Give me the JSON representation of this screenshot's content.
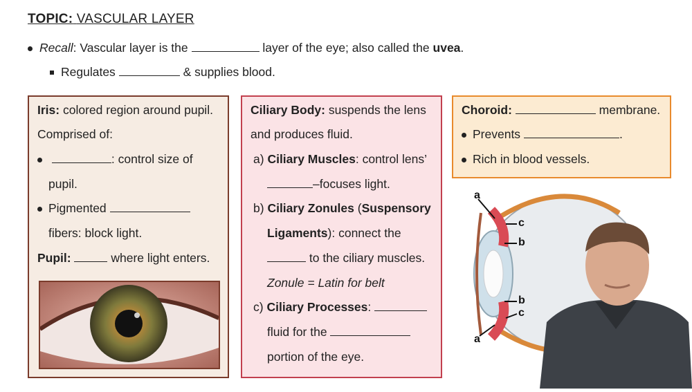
{
  "topic": {
    "prefix": "TOPIC:",
    "title": "VASCULAR LAYER"
  },
  "recall": {
    "label": "Recall",
    "text1": ": Vascular layer is the",
    "text2": "layer of the eye; also called the",
    "uvea": "uvea",
    "end": "."
  },
  "regulates": {
    "text1": "Regulates",
    "text2": "& supplies blood."
  },
  "iris": {
    "title": "Iris:",
    "desc": "colored region around pupil.",
    "comprised": "Comprised of:",
    "item1_tail": ": control size of",
    "item1_cont": "pupil.",
    "item2_head": "Pigmented",
    "item2_cont": "fibers: block light.",
    "pupil_title": "Pupil:",
    "pupil_tail": "where light enters."
  },
  "ciliary": {
    "title": "Ciliary Body:",
    "desc1": "suspends the lens",
    "desc2": "and produces fluid.",
    "a_prefix": "a)",
    "a_title": "Ciliary Muscles",
    "a_desc": ": control lens’",
    "a_cont": "–focuses light.",
    "b_prefix": "b)",
    "b_title": "Ciliary Zonules",
    "b_open": "(",
    "b_bold2": "Suspensory",
    "b_bold3": "Ligaments",
    "b_desc": "): connect the",
    "b_cont": "to the ciliary muscles.",
    "zonule_note": "Zonule = Latin for belt",
    "c_prefix": "c)",
    "c_title": "Ciliary Processes",
    "c_colon": ":",
    "c_cont": "fluid for the",
    "c_end": "portion of the eye."
  },
  "choroid": {
    "title": "Choroid:",
    "title_tail": "membrane.",
    "item1": "Prevents",
    "item1_end": ".",
    "item2": "Rich in blood vessels."
  },
  "diagram_labels": {
    "a1": "a",
    "c1": "c",
    "b1": "b",
    "b2": "b",
    "c2": "c",
    "a2": "a"
  }
}
